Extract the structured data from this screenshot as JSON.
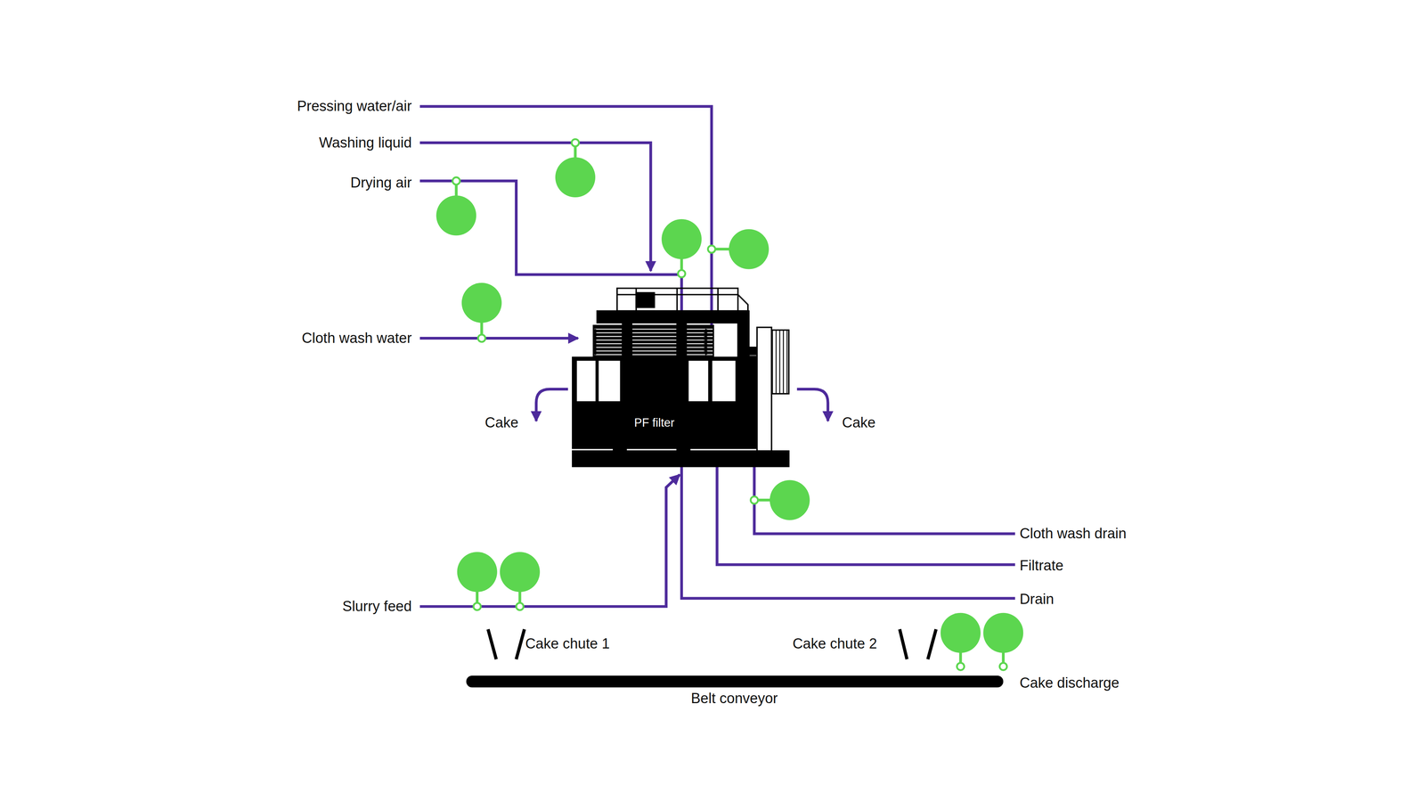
{
  "diagram": {
    "nodes": [
      {
        "text": [
          "PF filter"
        ]
      }
    ],
    "labels": [
      "Pressing water/air",
      "Washing liquid",
      "Drying air",
      "Cloth wash water",
      "Cake",
      "Cake",
      "Slurry feed",
      "Cake chute 1",
      "Cake chute 2",
      "Cloth wash drain",
      "Filtrate",
      "Drain",
      "Cake discharge",
      "Belt conveyor"
    ]
  }
}
